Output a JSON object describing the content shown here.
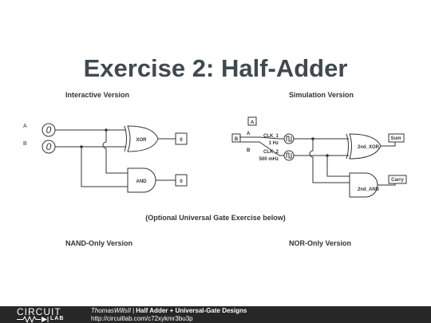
{
  "title": "Exercise 2: Half-Adder",
  "sections": {
    "interactive": "Interactive Version",
    "simulation": "Simulation Version",
    "optional": "(Optional Universal Gate Exercise below)",
    "nand": "NAND-Only Version",
    "nor": "NOR-Only Version"
  },
  "interactive": {
    "input_a_label": "A",
    "input_b_label": "B",
    "input_a_value": "0",
    "input_b_value": "0",
    "xor_label": "XOR",
    "and_label": "AND",
    "xor_output": "0",
    "and_output": "0"
  },
  "simulation": {
    "flag_a": "A",
    "flag_b": "B",
    "wire_a": "A",
    "wire_b": "B",
    "clk1_name": "CLK_1",
    "clk1_freq": "1 Hz",
    "clk2_name": "CLK_2",
    "clk2_freq": "500 mHz",
    "xor_label": "2nd_XOR",
    "and_label": "2nd_AND",
    "sum_label": "Sum",
    "carry_label": "Carry"
  },
  "footer": {
    "logo_top": "CIRCUIT",
    "logo_bottom": "LAB",
    "author": "ThomasWillsII",
    "separator": "|",
    "design_name": "Half Adder + Universal-Gate Designs",
    "url": "http://circuitlab.com/c72xykmr3bu3p"
  },
  "colors": {
    "background": "#ffffff",
    "title": "#3f4a50",
    "wire": "#333333",
    "footer_bg": "#272727",
    "footer_text": "#ffffff"
  }
}
